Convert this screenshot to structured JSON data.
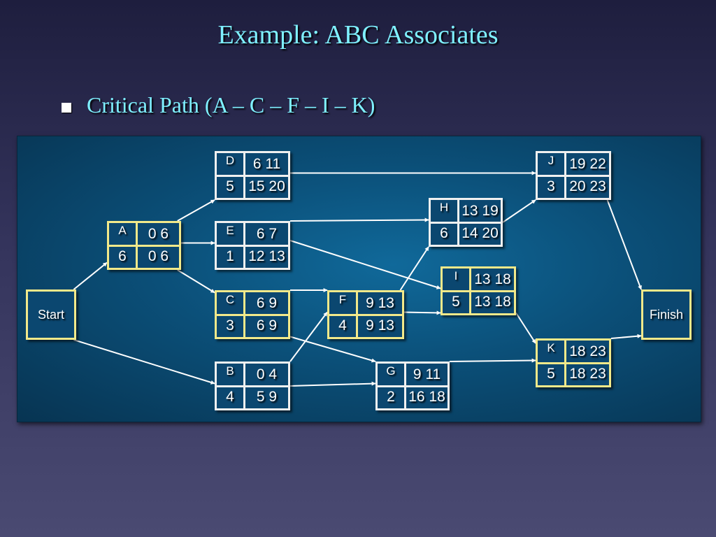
{
  "slide": {
    "title": "Example:  ABC Associates",
    "bullet": "Critical Path (A – C – F – I – K)"
  },
  "network": {
    "start_label": "Start",
    "finish_label": "Finish",
    "activities": [
      {
        "id": "A",
        "duration": "6",
        "es_ef": "0  6",
        "ls_lf": "0  6",
        "critical": true
      },
      {
        "id": "B",
        "duration": "4",
        "es_ef": "0  4",
        "ls_lf": "5  9",
        "critical": false
      },
      {
        "id": "C",
        "duration": "3",
        "es_ef": "6  9",
        "ls_lf": "6  9",
        "critical": true
      },
      {
        "id": "D",
        "duration": "5",
        "es_ef": "6 11",
        "ls_lf": "15 20",
        "critical": false
      },
      {
        "id": "E",
        "duration": "1",
        "es_ef": "6   7",
        "ls_lf": "12 13",
        "critical": false
      },
      {
        "id": "F",
        "duration": "4",
        "es_ef": "9 13",
        "ls_lf": "9 13",
        "critical": true
      },
      {
        "id": "G",
        "duration": "2",
        "es_ef": "9 11",
        "ls_lf": "16 18",
        "critical": false
      },
      {
        "id": "H",
        "duration": "6",
        "es_ef": "13 19",
        "ls_lf": "14 20",
        "critical": false
      },
      {
        "id": "I",
        "duration": "5",
        "es_ef": "13 18",
        "ls_lf": "13 18",
        "critical": true
      },
      {
        "id": "J",
        "duration": "3",
        "es_ef": "19 22",
        "ls_lf": "20 23",
        "critical": false
      },
      {
        "id": "K",
        "duration": "5",
        "es_ef": "18 23",
        "ls_lf": "18 23",
        "critical": true
      }
    ],
    "edges": [
      [
        "Start",
        "A"
      ],
      [
        "Start",
        "B"
      ],
      [
        "A",
        "D"
      ],
      [
        "A",
        "E"
      ],
      [
        "A",
        "C"
      ],
      [
        "C",
        "F"
      ],
      [
        "C",
        "G"
      ],
      [
        "B",
        "F"
      ],
      [
        "B",
        "G"
      ],
      [
        "D",
        "J"
      ],
      [
        "E",
        "H"
      ],
      [
        "E",
        "I"
      ],
      [
        "F",
        "H"
      ],
      [
        "F",
        "I"
      ],
      [
        "H",
        "J"
      ],
      [
        "I",
        "K"
      ],
      [
        "G",
        "K"
      ],
      [
        "J",
        "Finish"
      ],
      [
        "K",
        "Finish"
      ]
    ]
  }
}
